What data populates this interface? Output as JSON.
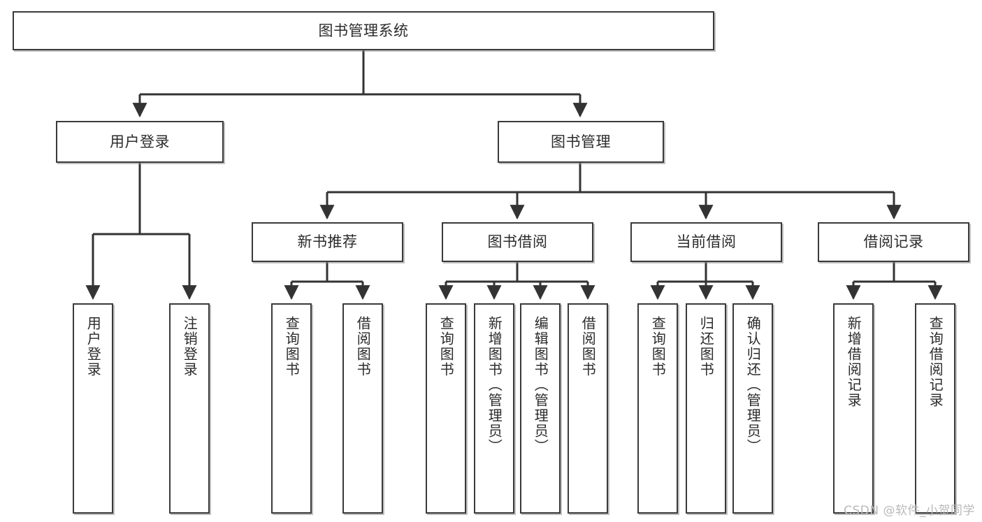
{
  "diagram": {
    "type": "tree",
    "title": "图书管理系统",
    "watermark": "CSDN @软件_小贺同学",
    "colors": {
      "border": "#3a3a3a",
      "background": "#ffffff",
      "text": "#2b2b2b",
      "connector": "#333333",
      "watermark": "#b9b9b9"
    },
    "nodes": {
      "root": {
        "label": "图书管理系统"
      },
      "level2": [
        {
          "label": "用户登录"
        },
        {
          "label": "图书管理"
        }
      ],
      "level3": [
        {
          "label": "新书推荐"
        },
        {
          "label": "图书借阅"
        },
        {
          "label": "当前借阅"
        },
        {
          "label": "借阅记录"
        }
      ],
      "leaves": {
        "user_login": [
          {
            "label": "用户登录"
          },
          {
            "label": "注销登录"
          }
        ],
        "new_book_recommend": [
          {
            "label": "查询图书"
          },
          {
            "label": "借阅图书"
          }
        ],
        "book_borrow": [
          {
            "label": "查询图书"
          },
          {
            "label": "新增图书（管理员）"
          },
          {
            "label": "编辑图书（管理员）"
          },
          {
            "label": "借阅图书"
          }
        ],
        "current_borrow": [
          {
            "label": "查询图书"
          },
          {
            "label": "归还图书"
          },
          {
            "label": "确认归还（管理员）"
          }
        ],
        "borrow_record": [
          {
            "label": "新增借阅记录"
          },
          {
            "label": "查询借阅记录"
          }
        ]
      }
    }
  }
}
